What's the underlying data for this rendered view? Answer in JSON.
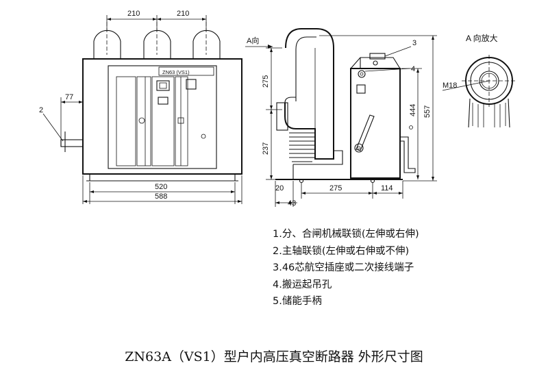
{
  "front_view": {
    "dim_top_left": "210",
    "dim_top_right": "210",
    "dim_left_offset": "77",
    "callout_2": "2",
    "panel_label": "ZN63 (VS1)",
    "dim_bottom_inner": "520",
    "dim_bottom_outer": "588"
  },
  "side_view": {
    "view_arrow_label": "A向",
    "dim_upper_height": "275",
    "dim_lower_height": "237",
    "dim_total_height": "557",
    "dim_inner_height": "444",
    "dim_base_left": "20",
    "dim_base_middle": "275",
    "dim_base_right": "114",
    "dim_base_small": "43",
    "callout_3": "3",
    "callout_4": "4"
  },
  "detail_view": {
    "title": "A 向放大",
    "thread_label": "M18"
  },
  "legend": [
    "1.分、合闸机械联锁(左伸或右伸)",
    "2.主轴联锁(左伸或右伸或不伸)",
    "3.46芯航空插座或二次接线端子",
    "4.搬运起吊孔",
    "5.储能手柄"
  ],
  "caption": "ZN63A（VS1）型户内高压真空断路器 外形尺寸图"
}
